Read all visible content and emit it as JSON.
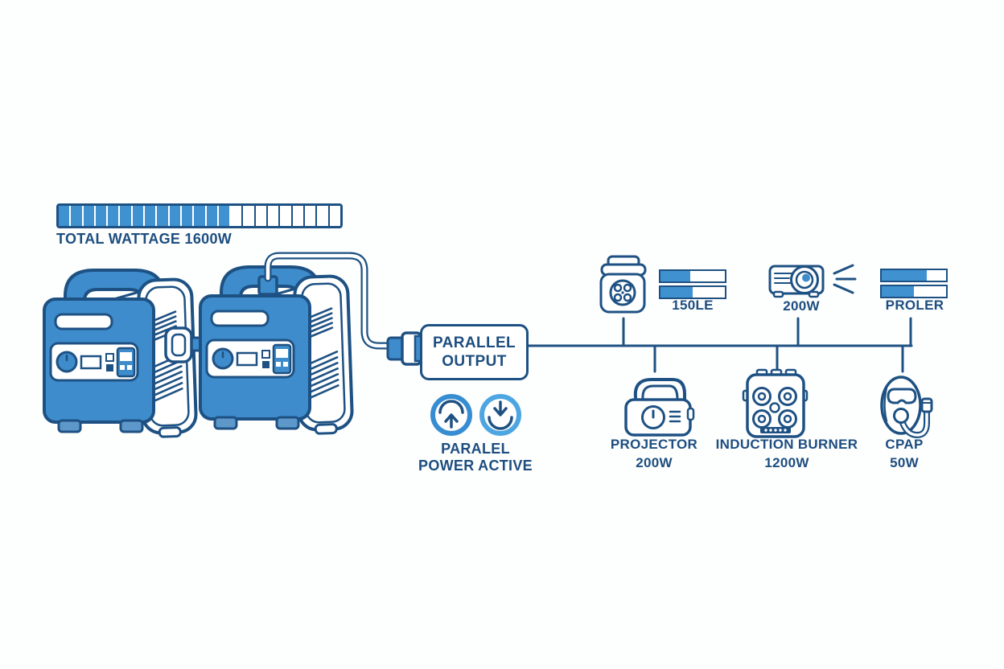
{
  "palette": {
    "outline": "#1e5183",
    "text": "#1d4e7f",
    "device_fill": "#3e8ccb",
    "device_fill_light": "#5e97c9",
    "meter_fill": "#3f91d0",
    "ring_left": "#368dd2",
    "ring_right": "#4da6e2",
    "background": "#fdfefe"
  },
  "total_wattage": {
    "label": "TOTAL WATTAGE 1600W",
    "segments_total": 23,
    "segments_filled": 14
  },
  "parallel_output_box": {
    "line1": "PARALLEL",
    "line2": "OUTPUT"
  },
  "parallel_status": {
    "line1": "PARALEL",
    "line2": "POWER ACTIVE"
  },
  "top_devices": {
    "cooler_meter": {
      "label": "150LE",
      "rows_fill_pct": [
        46,
        50
      ]
    },
    "projector": {
      "label": "200W"
    },
    "right_meter": {
      "label": "PROLER",
      "rows_fill_pct": [
        70,
        50
      ]
    }
  },
  "bottom_devices": [
    {
      "name": "PROJECTOR",
      "watts": "200W"
    },
    {
      "name": "INDUCTION BURNER",
      "watts": "1200W"
    },
    {
      "name": "CPAP",
      "watts": "50W"
    }
  ]
}
